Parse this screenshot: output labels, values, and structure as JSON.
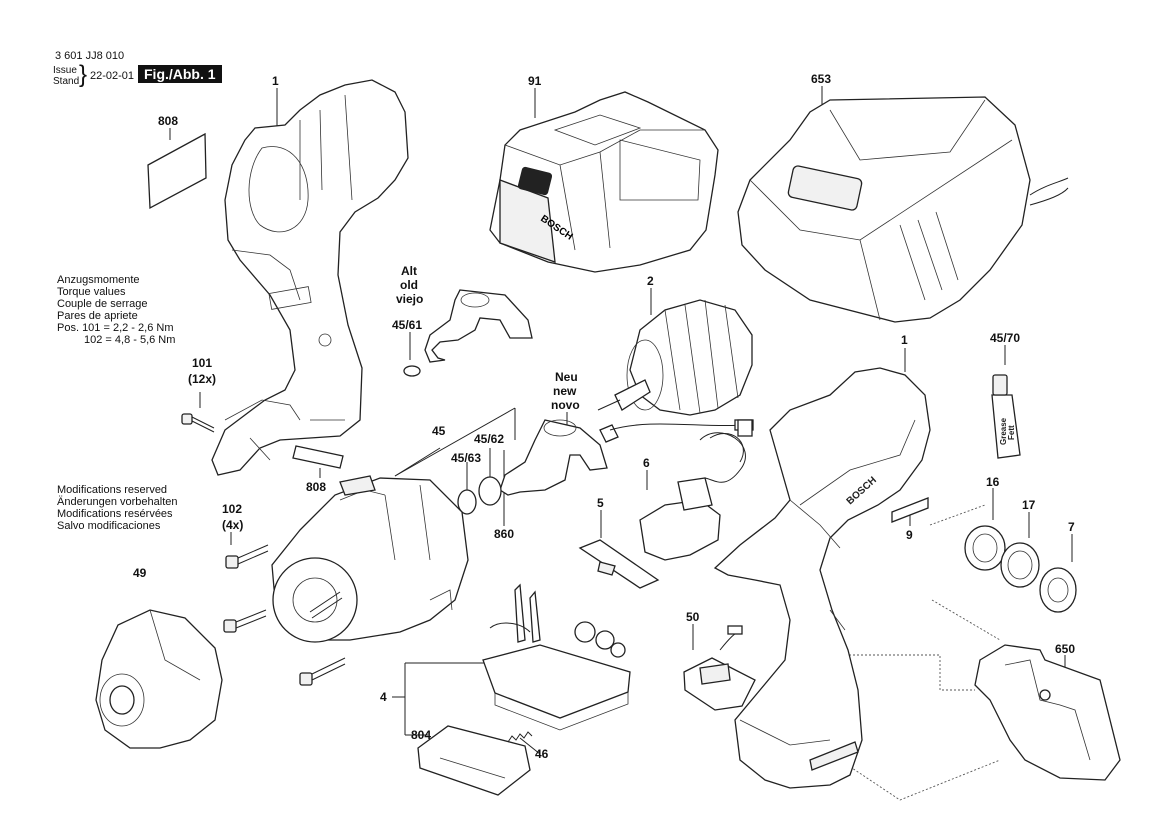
{
  "header": {
    "doc_number": "3 601 JJ8 010",
    "issue_label": "Issue",
    "stand_label": "Stand",
    "issue_date": "22-02-01",
    "figure_label": "Fig./Abb. 1"
  },
  "torque": {
    "lines": [
      "Anzugsmomente",
      "Torque values",
      "Couple de serrage",
      "Pares de apriete"
    ],
    "pos1": "Pos.  101 = 2,2 - 2,6 Nm",
    "pos2": "102 = 4,8 - 5,6 Nm"
  },
  "modifications": [
    "Modifications reserved",
    "Änderungen vorbehalten",
    "Modifications resérvées",
    "Salvo modificaciones"
  ],
  "labels": {
    "housing_left": "1",
    "label_808_top": "808",
    "battery": "91",
    "charger": "653",
    "alt": "Alt",
    "old": "old",
    "viejo": "viejo",
    "part_45_61": "45/61",
    "motor": "2",
    "neu": "Neu",
    "new": "new",
    "novo": "novo",
    "screw_101": "101",
    "qty_101": "(12x)",
    "part_45": "45",
    "part_45_62": "45/62",
    "part_45_63": "45/63",
    "label_808_bottom": "808",
    "part_860": "860",
    "housing_right": "1",
    "grease": "45/70",
    "switch": "6",
    "slider": "5",
    "label_9": "9",
    "part_16": "16",
    "part_17": "17",
    "part_7": "7",
    "screw_102": "102",
    "qty_102": "(4x)",
    "cap": "49",
    "board_50": "50",
    "electronics": "4",
    "plate_804": "804",
    "spring_46": "46",
    "clip_650": "650"
  },
  "brand": "BOSCH",
  "grease_text": [
    "Grease",
    "Fett"
  ]
}
